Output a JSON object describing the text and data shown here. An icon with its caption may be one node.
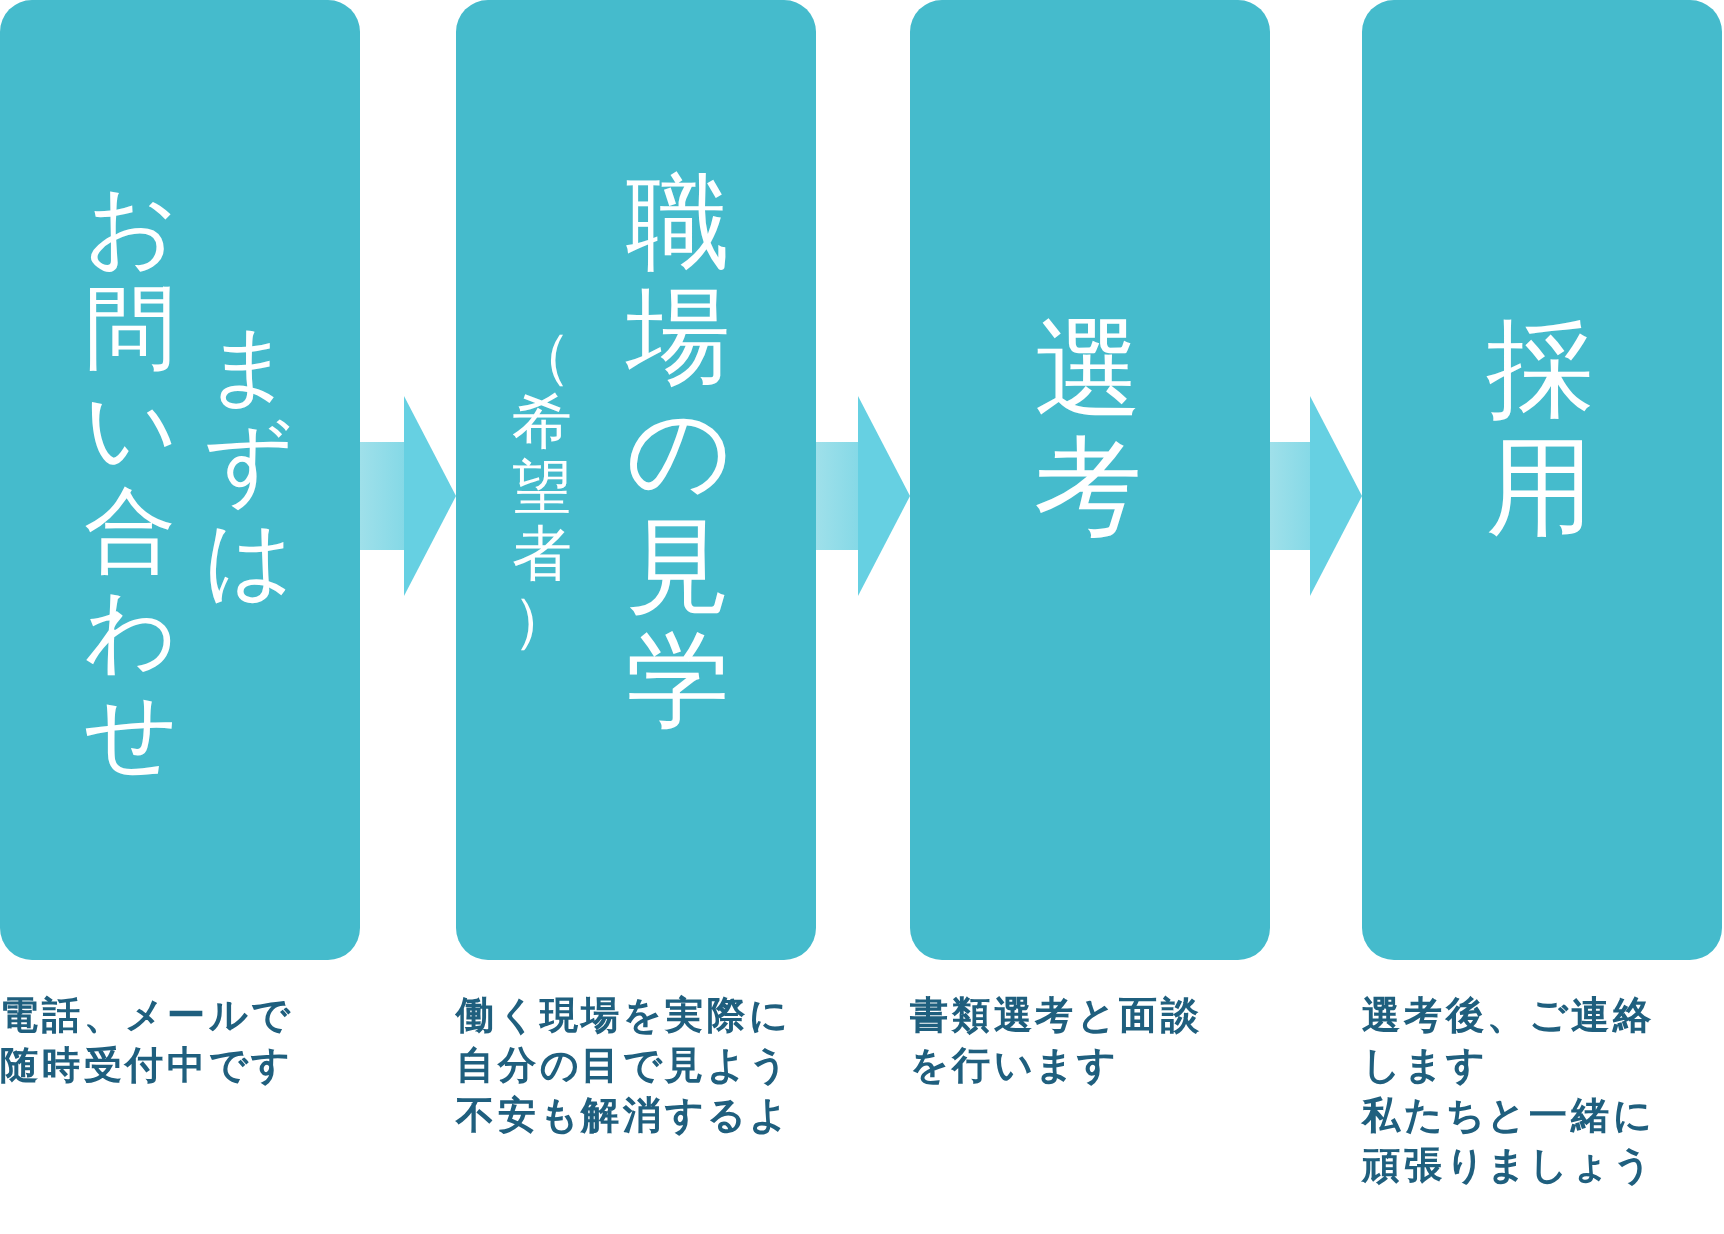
{
  "diagram": {
    "nodes": [
      {
        "text": [
          "お問い合わせ",
          "まずは"
        ],
        "beside": [
          "電話、メールで随時受付中です"
        ]
      },
      {
        "text": [
          "（希望者）",
          "職場の見学"
        ],
        "beside": [
          "働く現場を実際に自分の目で見よう不安も解消するよ"
        ]
      },
      {
        "text": [
          "選考"
        ],
        "beside": [
          "書類選考と面談を行います"
        ]
      },
      {
        "text": [
          "採用"
        ],
        "beside": [
          "選考後、ご連絡します",
          "私たちと一緒に頑張りましょう"
        ]
      }
    ],
    "edges": [
      {
        "from": 0,
        "to": 1,
        "arrow": "to"
      },
      {
        "from": 1,
        "to": 2,
        "arrow": "to"
      },
      {
        "from": 2,
        "to": 3,
        "arrow": "to"
      }
    ]
  }
}
